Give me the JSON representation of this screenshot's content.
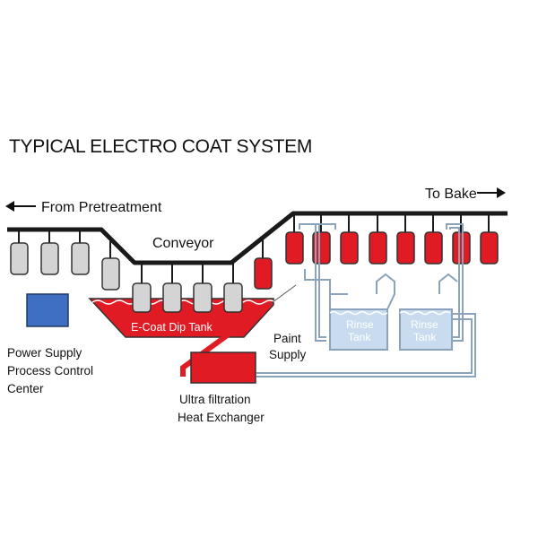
{
  "diagram": {
    "title": "TYPICAL ELECTRO COAT SYSTEM",
    "labels": {
      "from_pretreatment": "From Pretreatment",
      "to_bake": "To Bake",
      "conveyor": "Conveyor",
      "ecoat_tank": "E-Coat Dip Tank",
      "paint_supply_1": "Paint",
      "paint_supply_2": "Supply",
      "rinse_tank_1_line1": "Rinse",
      "rinse_tank_1_line2": "Tank",
      "rinse_tank_2_line1": "Rinse",
      "rinse_tank_2_line2": "Tank",
      "power_supply_1": "Power Supply",
      "power_supply_2": "Process Control",
      "power_supply_3": "Center",
      "uf_1": "Ultra filtration",
      "uf_2": "Heat Exchanger"
    },
    "colors": {
      "conveyor": "#1a1a1a",
      "part_gray": "#d4d4d4",
      "part_red": "#e01b24",
      "tank_red": "#e01b24",
      "rinse_fill": "#c9dcef",
      "rinse_stroke": "#8aa3bb",
      "power_box": "#3f6fc2"
    }
  }
}
